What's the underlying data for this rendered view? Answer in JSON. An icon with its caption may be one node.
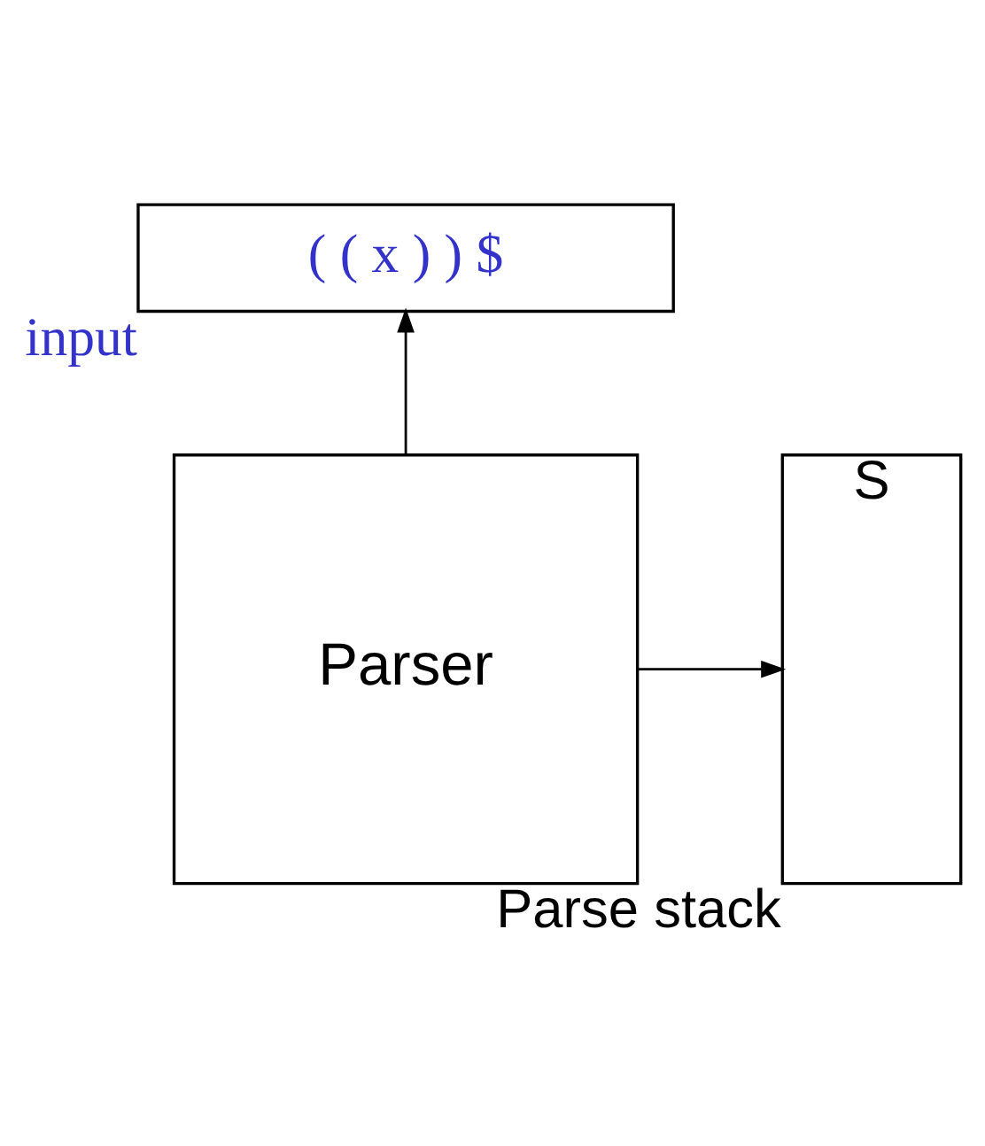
{
  "diagram": {
    "nodes": [
      {
        "text": [
          "( ( x ) ) $"
        ],
        "beside": [
          "input"
        ]
      },
      {
        "text": [
          "Parser"
        ]
      },
      {
        "text": [
          "S"
        ],
        "beside": [
          "Parse stack"
        ]
      }
    ],
    "edges": [
      {
        "from": 1,
        "to": 0,
        "arrow": "to"
      },
      {
        "from": 1,
        "to": 2,
        "arrow": "to"
      }
    ]
  }
}
